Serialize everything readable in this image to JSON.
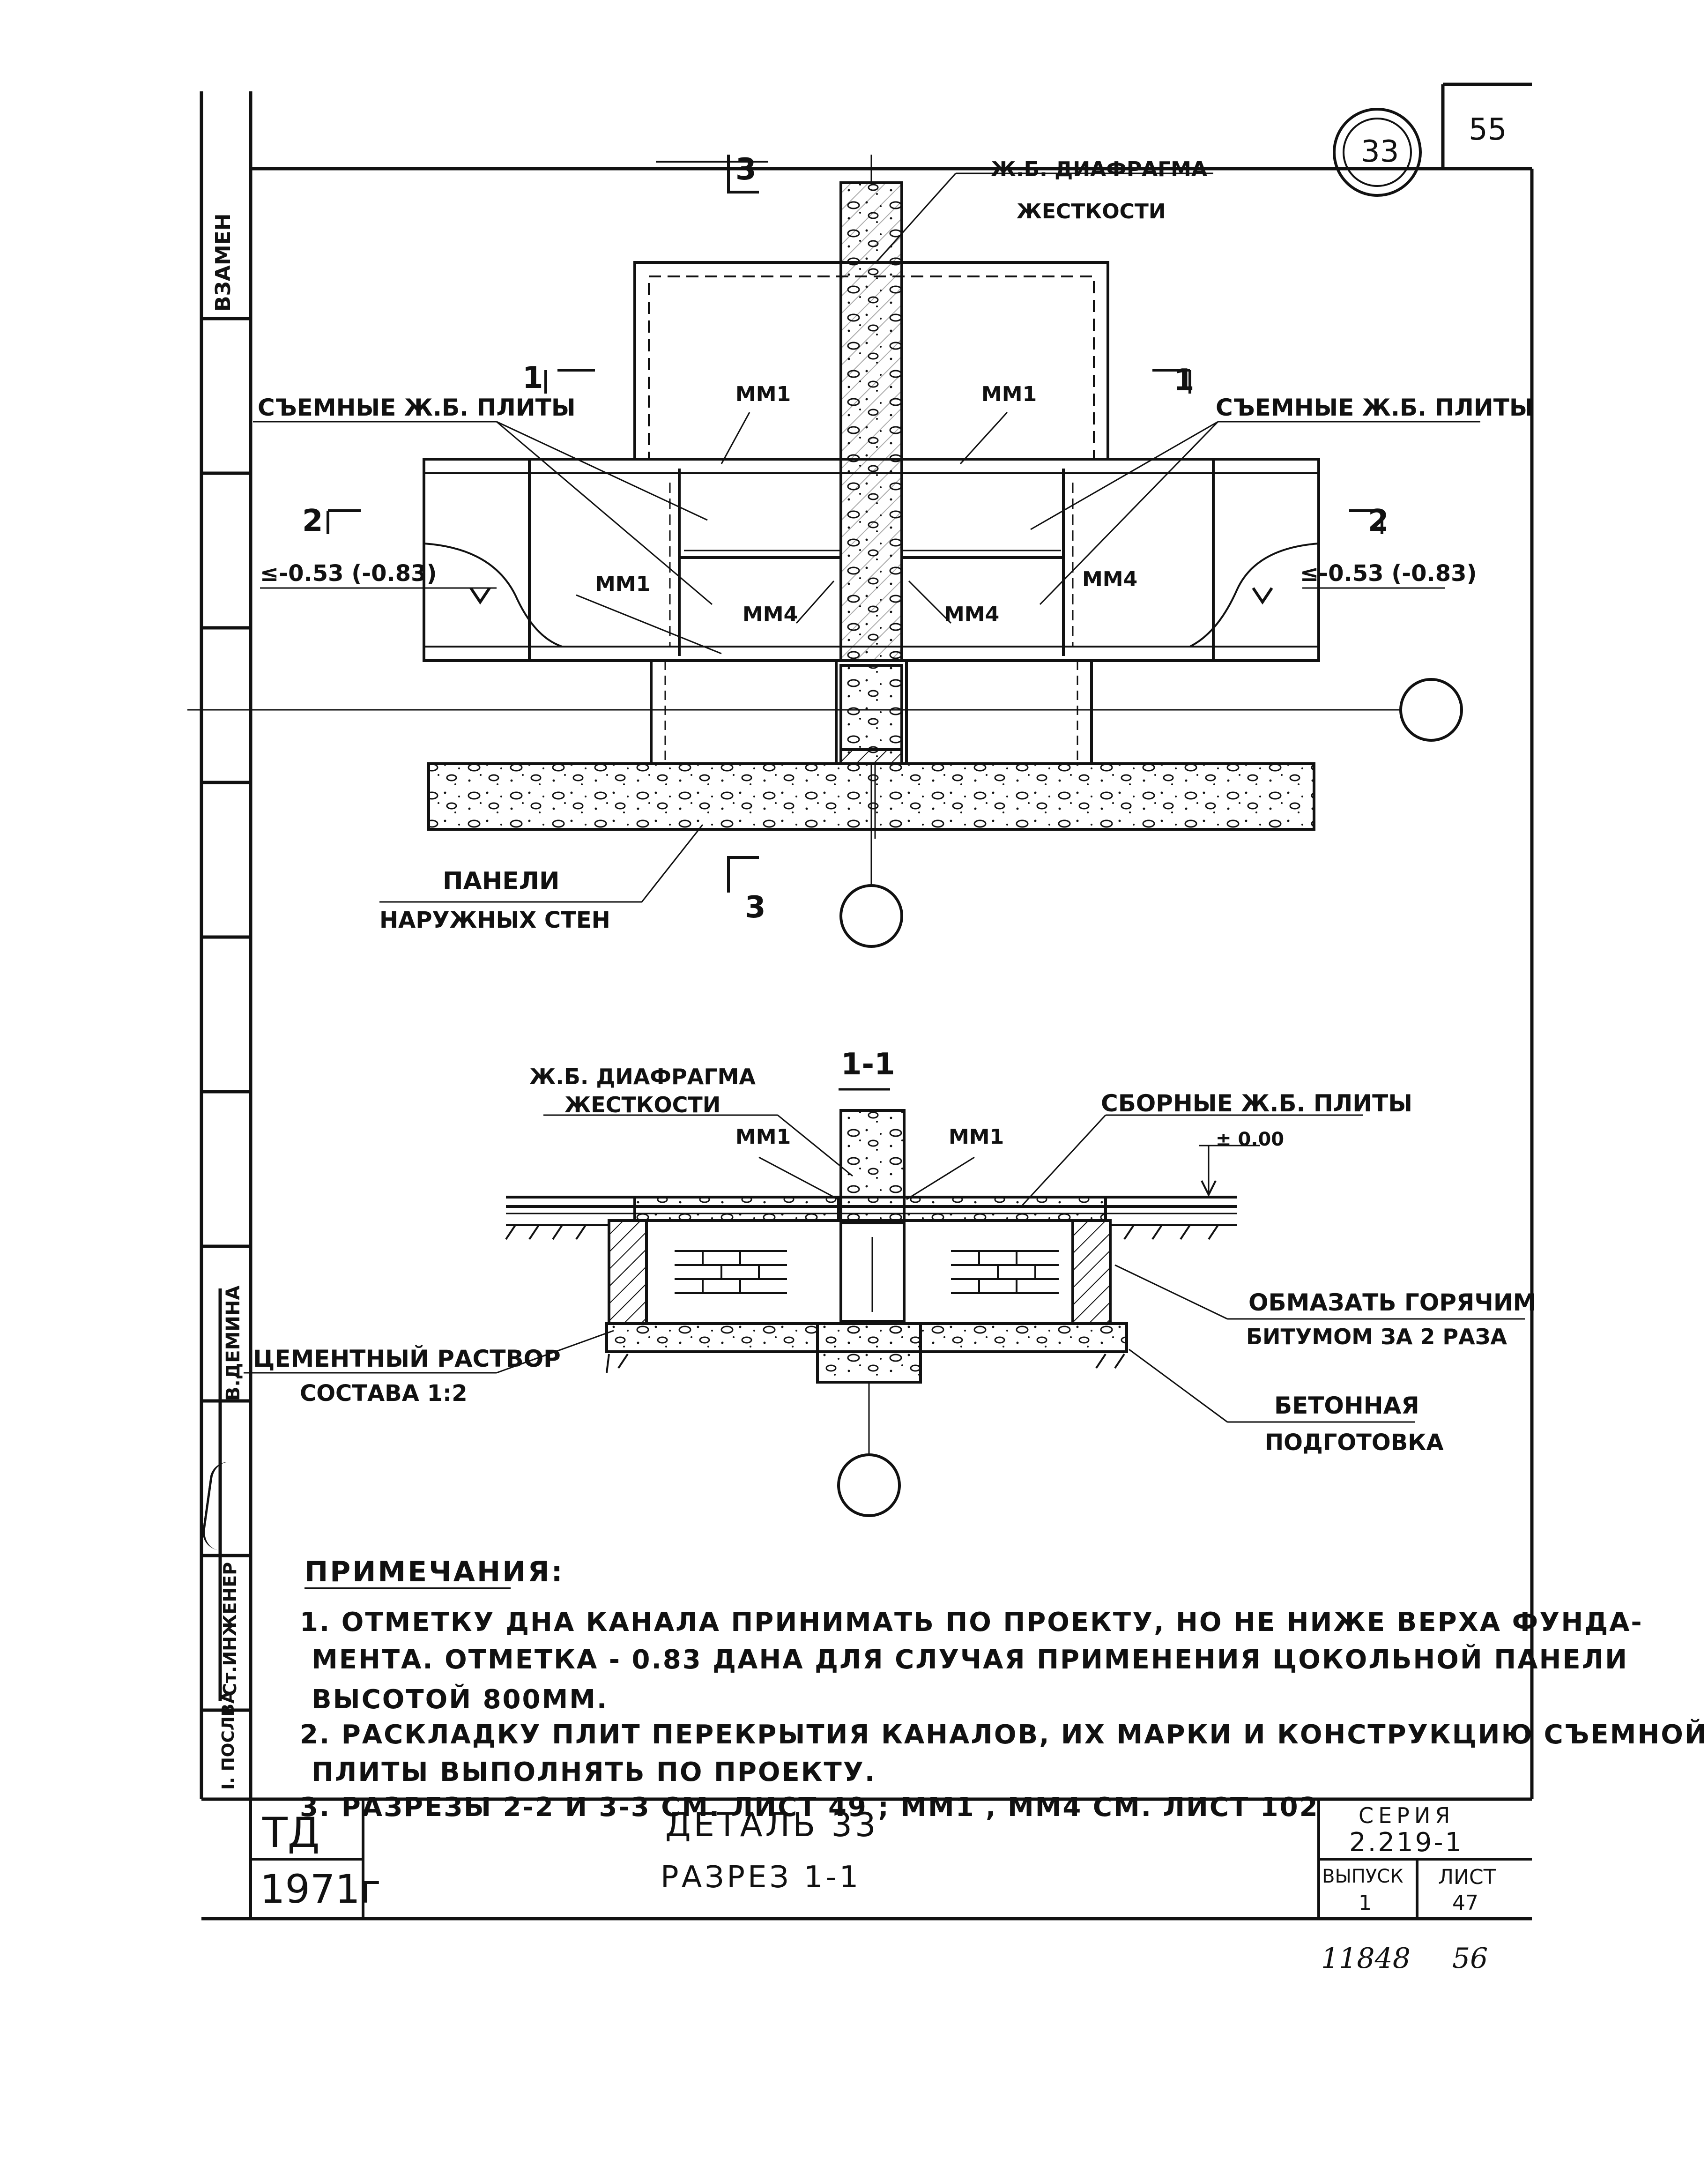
{
  "sheet": {
    "detail_number": "33",
    "page_number": "55"
  },
  "margin": {
    "vzamen": "ВЗАМЕН",
    "engineer_label": "Ст.ИНЖЕНЕР",
    "engineer_name": "В.ДЕМИНА",
    "bottom_name": "I. ПОСЛВА"
  },
  "plan": {
    "diaphragm_label_1": "Ж.Б. ДИАФРАГМА",
    "diaphragm_label_2": "ЖЕСТКОСТИ",
    "section3_top": "3",
    "section3_bottom": "3",
    "section1_left": "1",
    "section1_right": "1",
    "section2_left": "2",
    "section2_right": "2",
    "removable_left": "СЪЕМНЫЕ Ж.Б. ПЛИТЫ",
    "removable_right": "СЪЕМНЫЕ Ж.Б. ПЛИТЫ",
    "mm1_a": "ММ1",
    "mm1_b": "ММ1",
    "mm1_c": "ММ1",
    "mm4_a": "ММ4",
    "mm4_b": "ММ4",
    "mm4_c": "ММ4",
    "level_left": "≤-0.53 (-0.83)",
    "level_right": "≤-0.53 (-0.83)",
    "panels_1": "ПАНЕЛИ",
    "panels_2": "НАРУЖНЫХ СТЕН"
  },
  "section": {
    "title": "1-1",
    "diaphragm_1": "Ж.Б. ДИАФРАГМА",
    "diaphragm_2": "ЖЕСТКОСТИ",
    "mm1_left": "ММ1",
    "mm1_right": "ММ1",
    "precast_slabs": "СБОРНЫЕ Ж.Б. ПЛИТЫ",
    "level_zero": "± 0.00",
    "bitumen_1": "ОБМАЗАТЬ ГОРЯЧИМ",
    "bitumen_2": "БИТУМОМ ЗА 2 РАЗА",
    "mortar_1": "ЦЕМЕНТНЫЙ РАСТВОР",
    "mortar_2": "СОСТАВА 1:2",
    "concrete_1": "БЕТОННАЯ",
    "concrete_2": "ПОДГОТОВКА"
  },
  "notes": {
    "heading": "ПРИМЕЧАНИЯ:",
    "lines": [
      "1. ОТМЕТКУ ДНА  КАНАЛА ПРИНИМАТЬ  ПО ПРОЕКТУ,  НО  НЕ  НИЖЕ   ВЕРХА  ФУНДА-",
      "МЕНТА.  ОТМЕТКА  - 0.83  ДАНА ДЛЯ  СЛУЧАЯ   ПРИМЕНЕНИЯ  ЦОКОЛЬНОЙ ПАНЕЛИ",
      "ВЫСОТОЙ  800ММ.",
      "2. РАСКЛАДКУ  ПЛИТ   ПЕРЕКРЫТИЯ  КАНАЛОВ, ИХ МАРКИ  И  КОНСТРУКЦИЮ   СЪЕМНОЙ",
      "ПЛИТЫ  ВЫПОЛНЯТЬ  ПО  ПРОЕКТУ.",
      "3. РАЗРЕЗЫ 2-2  И  3-3  СМ. ЛИСТ  49  ;            ММ1 , ММ4  СМ. ЛИСТ 102"
    ]
  },
  "title_block": {
    "org": "ТД",
    "year": "1971г",
    "title_1": "ДЕТАЛЬ 33",
    "title_2": "РАЗРЕЗ 1-1",
    "series_label": "СЕРИЯ",
    "series_value": "2.219-1",
    "issue_label": "ВЫПУСК",
    "issue_value": "1",
    "sheet_label": "ЛИСТ",
    "sheet_value": "47"
  },
  "footer": {
    "archive_number": "11848",
    "page": "56"
  }
}
